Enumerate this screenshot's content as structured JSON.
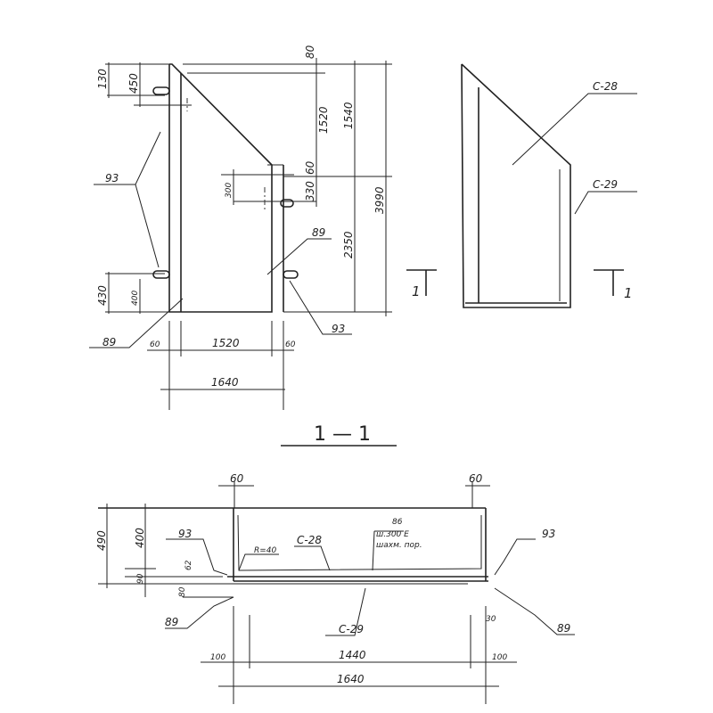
{
  "front_view": {
    "dims": {
      "top_80": "80",
      "top_1520": "1520",
      "top_1540": "1540",
      "total_3990": "3990",
      "right_60": "60",
      "right_330": "330",
      "right_2350": "2350",
      "left_130": "130",
      "left_450": "450",
      "mid_300": "300",
      "bottom_430": "430",
      "bottom_400": "400",
      "w_60_left": "60",
      "w_1520": "1520",
      "w_60_right": "60",
      "w_1640": "1640"
    },
    "labels": {
      "part_93_left": "93",
      "part_89_right": "89",
      "part_93_right": "93",
      "part_89_left": "89"
    }
  },
  "side_view": {
    "labels": {
      "c28": "С-28",
      "c29": "С-29"
    },
    "section_mark_left": "1",
    "section_mark_right": "1"
  },
  "section": {
    "title": "1 — 1",
    "dims": {
      "h_490": "490",
      "h_400": "400",
      "h_90": "90",
      "h_62": "62",
      "h_80": "80",
      "top_60_left": "60",
      "top_60_right": "60",
      "r_30": "30",
      "b_100_left": "100",
      "b_1440": "1440",
      "b_100_right": "100",
      "b_1640": "1640"
    },
    "labels": {
      "part_93_left": "93",
      "radius": "R=40",
      "c28": "С-28",
      "rebar_86": "86",
      "rebar_spacing": "ш.300 Е",
      "rebar_pattern": "шахм. пор.",
      "part_93_right": "93",
      "part_89_left": "89",
      "c29": "С-29",
      "part_89_right": "89"
    }
  }
}
